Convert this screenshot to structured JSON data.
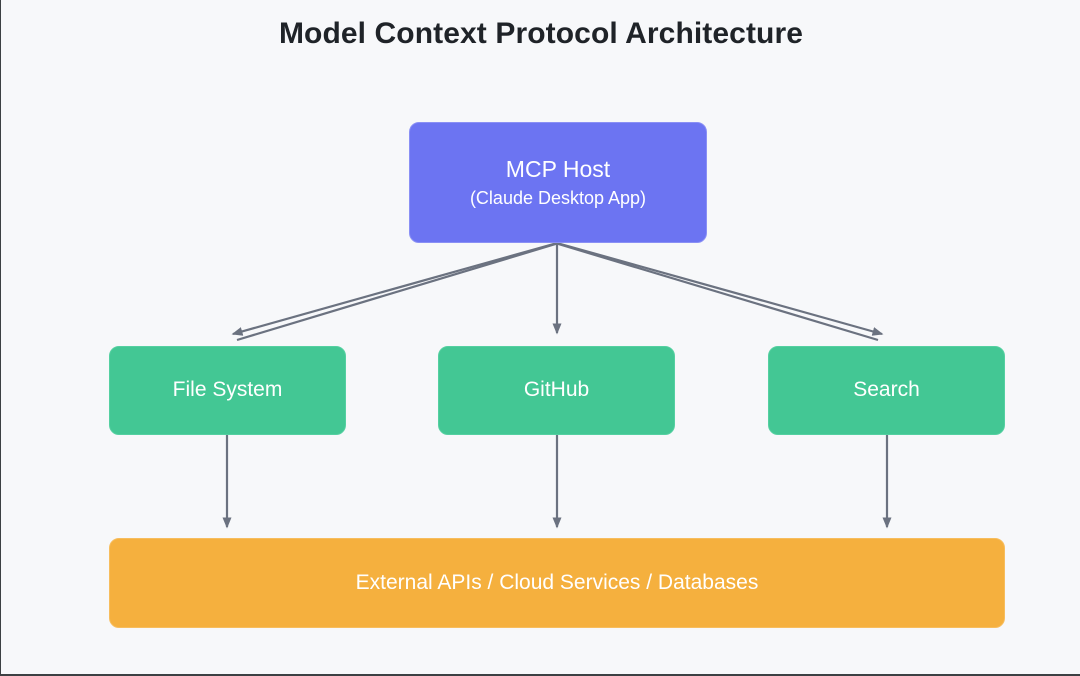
{
  "diagram": {
    "title": "Model Context Protocol Architecture",
    "type": "flowchart",
    "direction": "top-down",
    "background_color": "#f7f8fa",
    "edge_color": "#6b7280",
    "nodes": [
      {
        "id": "host",
        "label": "MCP Host",
        "sublabel": "(Claude Desktop App)",
        "color": "#6c74f2",
        "text_color": "#ffffff",
        "shape": "rounded-rect",
        "layer": "host"
      },
      {
        "id": "filesystem",
        "label": "File System",
        "color": "#43c794",
        "text_color": "#ffffff",
        "shape": "rounded-rect",
        "layer": "server"
      },
      {
        "id": "github",
        "label": "GitHub",
        "color": "#43c794",
        "text_color": "#ffffff",
        "shape": "rounded-rect",
        "layer": "server"
      },
      {
        "id": "search",
        "label": "Search",
        "color": "#43c794",
        "text_color": "#ffffff",
        "shape": "rounded-rect",
        "layer": "server"
      },
      {
        "id": "external",
        "label": "External APIs / Cloud Services / Databases",
        "color": "#f5b03e",
        "text_color": "#ffffff",
        "shape": "rounded-rect",
        "layer": "resource"
      }
    ],
    "edges": [
      {
        "from": "host",
        "to": "filesystem",
        "style": "solid",
        "arrow": "triangle"
      },
      {
        "from": "host",
        "to": "github",
        "style": "solid",
        "arrow": "triangle"
      },
      {
        "from": "host",
        "to": "search",
        "style": "solid",
        "arrow": "triangle"
      },
      {
        "from": "filesystem",
        "to": "external",
        "style": "solid",
        "arrow": "triangle"
      },
      {
        "from": "github",
        "to": "external",
        "style": "solid",
        "arrow": "triangle"
      },
      {
        "from": "search",
        "to": "external",
        "style": "solid",
        "arrow": "triangle"
      }
    ]
  }
}
